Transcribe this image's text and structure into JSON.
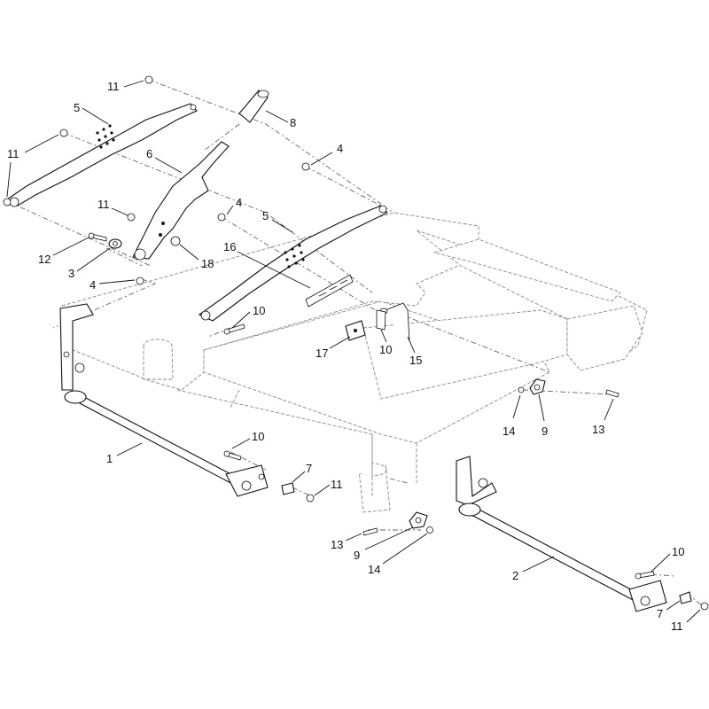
{
  "callouts": [
    {
      "id": "c11a",
      "label": "11"
    },
    {
      "id": "c5a",
      "label": "5"
    },
    {
      "id": "c11b",
      "label": "11"
    },
    {
      "id": "c6",
      "label": "6"
    },
    {
      "id": "c8",
      "label": "8"
    },
    {
      "id": "c4a",
      "label": "4"
    },
    {
      "id": "c11c",
      "label": "11"
    },
    {
      "id": "c4b",
      "label": "4"
    },
    {
      "id": "c5b",
      "label": "5"
    },
    {
      "id": "c12",
      "label": "12"
    },
    {
      "id": "c3",
      "label": "3"
    },
    {
      "id": "c16",
      "label": "16"
    },
    {
      "id": "c18",
      "label": "18"
    },
    {
      "id": "c4c",
      "label": "4"
    },
    {
      "id": "c10a",
      "label": "10"
    },
    {
      "id": "c17",
      "label": "17"
    },
    {
      "id": "c10b",
      "label": "10"
    },
    {
      "id": "c15",
      "label": "15"
    },
    {
      "id": "c14a",
      "label": "14"
    },
    {
      "id": "c9a",
      "label": "9"
    },
    {
      "id": "c13a",
      "label": "13"
    },
    {
      "id": "c1",
      "label": "1"
    },
    {
      "id": "c10c",
      "label": "10"
    },
    {
      "id": "c7a",
      "label": "7"
    },
    {
      "id": "c11d",
      "label": "11"
    },
    {
      "id": "c13b",
      "label": "13"
    },
    {
      "id": "c9b",
      "label": "9"
    },
    {
      "id": "c14b",
      "label": "14"
    },
    {
      "id": "c2",
      "label": "2"
    },
    {
      "id": "c10d",
      "label": "10"
    },
    {
      "id": "c7b",
      "label": "7"
    },
    {
      "id": "c11e",
      "label": "11"
    }
  ]
}
